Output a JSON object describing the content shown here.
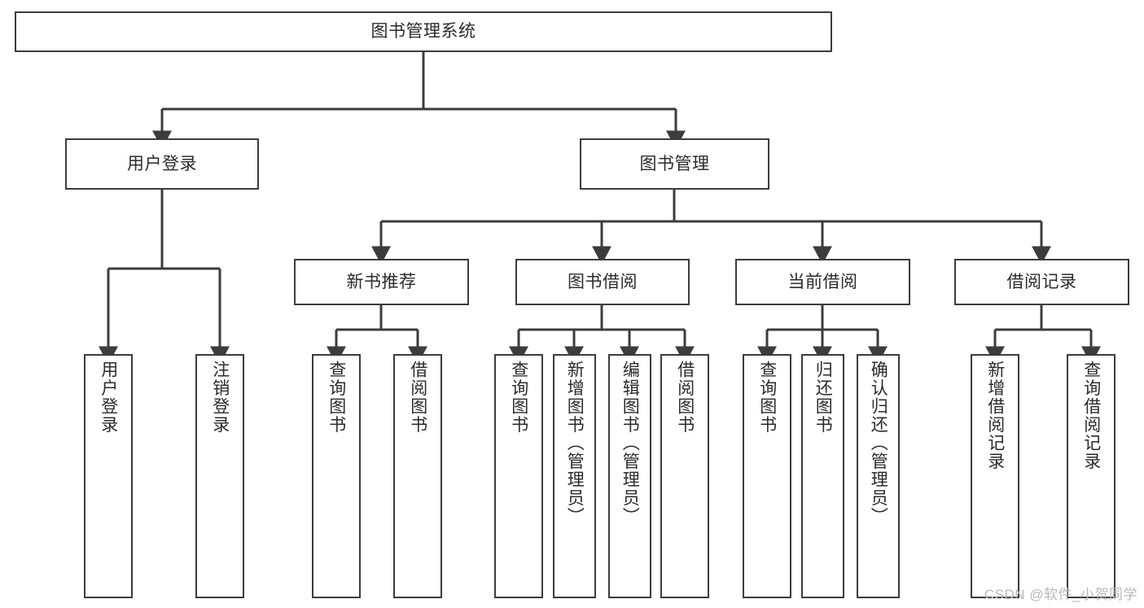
{
  "diagram": {
    "title": "图书管理系统",
    "watermark": "CSDN @软件_小贺同学",
    "line_color": "#3c3c3c",
    "box_fill": "#ffffff",
    "background": "#ffffff",
    "nodes": {
      "root": {
        "label": "图书管理系统"
      },
      "l1": [
        {
          "label": "用户登录"
        },
        {
          "label": "图书管理"
        }
      ],
      "l2": [
        {
          "label": "新书推荐"
        },
        {
          "label": "图书借阅"
        },
        {
          "label": "当前借阅"
        },
        {
          "label": "借阅记录"
        }
      ],
      "leaves_login": [
        {
          "label": "用户登录"
        },
        {
          "label": "注销登录"
        }
      ],
      "leaves_newbook": [
        {
          "label": "查询图书"
        },
        {
          "label": "借阅图书"
        }
      ],
      "leaves_borrow": [
        {
          "label": "查询图书"
        },
        {
          "label": "新增图书（管理员）"
        },
        {
          "label": "编辑图书（管理员）"
        },
        {
          "label": "借阅图书"
        }
      ],
      "leaves_current": [
        {
          "label": "查询图书"
        },
        {
          "label": "归还图书"
        },
        {
          "label": "确认归还（管理员）"
        }
      ],
      "leaves_record": [
        {
          "label": "新增借阅记录"
        },
        {
          "label": "查询借阅记录"
        }
      ]
    }
  }
}
